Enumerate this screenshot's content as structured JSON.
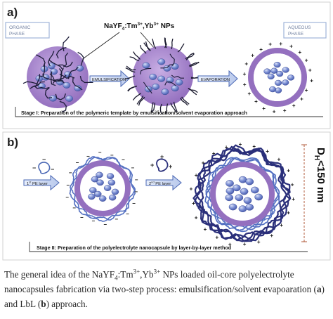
{
  "panel_a": {
    "label": "a)",
    "organic_box": [
      "ORGANIC",
      "PHASE"
    ],
    "aqueous_box": [
      "AQUEOUS",
      "PHASE"
    ],
    "nps_label": {
      "pre": "NaYF",
      "sub": "4",
      "mid": ":Tm",
      "sup1": "3+",
      "mid2": ",Yb",
      "sup2": "3+",
      "post": " NPs"
    },
    "arrow1": "EMULSIFICATION",
    "arrow2": "EVAPORATION",
    "stage": "Stage I: Preparation of the polymeric template by emulsification/solvent evaporation approach"
  },
  "panel_b": {
    "label": "b)",
    "pe1": {
      "num": "1",
      "sup": "st",
      "rest": " PE layer"
    },
    "pe2": {
      "num": "2",
      "sup": "nd",
      "rest": " PE layer"
    },
    "dh": {
      "D": "D",
      "sub": "H",
      "rest": "<150 nm"
    },
    "stage": "Stage II: Preparation of the polyelectrolyte nanocapsule by layer-by-layer method"
  },
  "caption": {
    "t1": "The general idea of the NaYF",
    "t1_sub": "4",
    "t2": ":Tm",
    "t2_sup": "3+",
    "t3": ",Yb",
    "t3_sup": "3+",
    "t4": " NPs loaded oil-core polyelectrolyte nanocapsules fabrication via two-step process: emulsification/solvent evapoaration (",
    "a": "a",
    "t5": ") and LbL (",
    "b": "b",
    "t6": ") approach."
  },
  "colors": {
    "purple": "#a57fc7",
    "purple_dark": "#7a56a8",
    "np": "#6f84cc",
    "np_hi": "#c9d2f2",
    "navy": "#2a2f7a",
    "arrow": "#4b68b5",
    "box": "#9fb3d8"
  }
}
